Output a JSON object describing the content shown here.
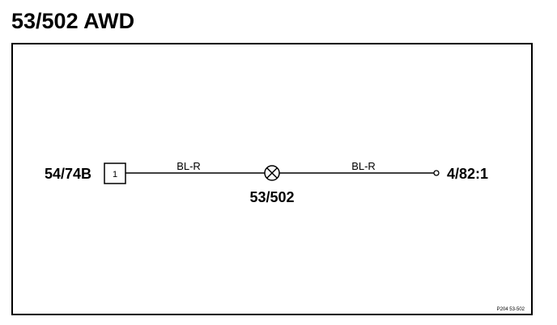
{
  "title": "53/502 AWD",
  "diagram": {
    "left_connector": {
      "label": "54/74B",
      "pin": "1"
    },
    "wires": [
      {
        "code": "BL-R"
      },
      {
        "code": "BL-R"
      }
    ],
    "lamp": {
      "label": "53/502",
      "icon": "bulb-symbol-icon"
    },
    "right_terminal": {
      "label": "4/82:1"
    },
    "reference": "P204 53-502"
  }
}
